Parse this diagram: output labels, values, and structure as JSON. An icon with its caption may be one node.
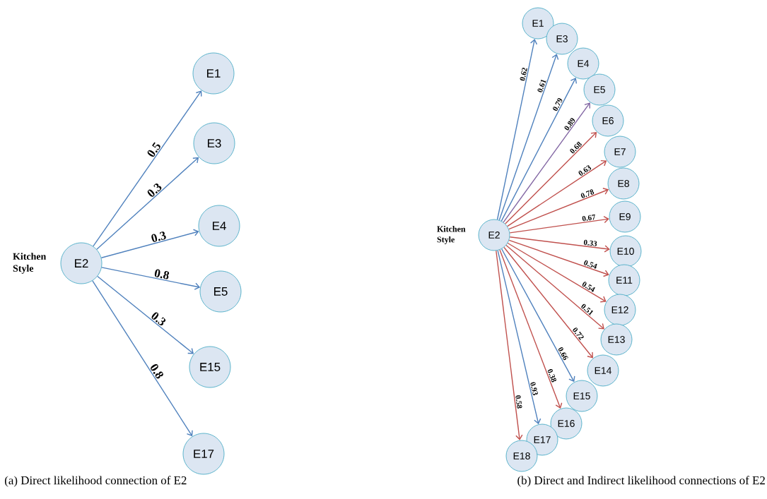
{
  "diagram": {
    "nodes": [
      {
        "text": [
          "E2"
        ],
        "beside": [
          "Kitchen Style"
        ]
      },
      {
        "text": [
          "E1"
        ]
      },
      {
        "text": [
          "E3"
        ]
      },
      {
        "text": [
          "E4"
        ]
      },
      {
        "text": [
          "E5"
        ]
      },
      {
        "text": [
          "E15"
        ]
      },
      {
        "text": [
          "E17"
        ]
      },
      {
        "text": [
          "E2"
        ],
        "beside": [
          "Kitchen Style"
        ]
      },
      {
        "text": [
          "E1"
        ]
      },
      {
        "text": [
          "E3"
        ]
      },
      {
        "text": [
          "E4"
        ]
      },
      {
        "text": [
          "E5"
        ]
      },
      {
        "text": [
          "E6"
        ]
      },
      {
        "text": [
          "E7"
        ]
      },
      {
        "text": [
          "E8"
        ]
      },
      {
        "text": [
          "E9"
        ]
      },
      {
        "text": [
          "E10"
        ]
      },
      {
        "text": [
          "E11"
        ]
      },
      {
        "text": [
          "E12"
        ]
      },
      {
        "text": [
          "E13"
        ]
      },
      {
        "text": [
          "E14"
        ]
      },
      {
        "text": [
          "E15"
        ]
      },
      {
        "text": [
          "E16"
        ]
      },
      {
        "text": [
          "E17"
        ]
      },
      {
        "text": [
          "E18"
        ]
      }
    ],
    "edges": [
      {
        "from": 0,
        "to": 1,
        "arrow": "to",
        "label": "0.5"
      },
      {
        "from": 0,
        "to": 2,
        "arrow": "to",
        "label": "0.3"
      },
      {
        "from": 0,
        "to": 3,
        "arrow": "to",
        "label": "0.3"
      },
      {
        "from": 0,
        "to": 4,
        "arrow": "to",
        "label": "0.8"
      },
      {
        "from": 0,
        "to": 5,
        "arrow": "to",
        "label": "0.3"
      },
      {
        "from": 0,
        "to": 6,
        "arrow": "to",
        "label": "0.8"
      },
      {
        "from": 7,
        "to": 8,
        "arrow": "to",
        "label": "0.62"
      },
      {
        "from": 7,
        "to": 9,
        "arrow": "to",
        "label": "0.61"
      },
      {
        "from": 7,
        "to": 10,
        "arrow": "to",
        "label": "0.79"
      },
      {
        "from": 7,
        "to": 11,
        "arrow": "to",
        "label": "0.89",
        "color": "#8064a2"
      },
      {
        "from": 7,
        "to": 12,
        "arrow": "to",
        "label": "0.68",
        "color": "#c0504d"
      },
      {
        "from": 7,
        "to": 13,
        "arrow": "to",
        "label": "0.63",
        "color": "#c0504d"
      },
      {
        "from": 7,
        "to": 14,
        "arrow": "to",
        "label": "0.78",
        "color": "#c0504d"
      },
      {
        "from": 7,
        "to": 15,
        "arrow": "to",
        "label": "0.67",
        "color": "#c0504d"
      },
      {
        "from": 7,
        "to": 16,
        "arrow": "to",
        "label": "0.33",
        "color": "#c0504d"
      },
      {
        "from": 7,
        "to": 17,
        "arrow": "to",
        "label": "0.54",
        "color": "#c0504d"
      },
      {
        "from": 7,
        "to": 18,
        "arrow": "to",
        "label": "0.54",
        "color": "#c0504d"
      },
      {
        "from": 7,
        "to": 19,
        "arrow": "to",
        "label": "0.51",
        "color": "#c0504d"
      },
      {
        "from": 7,
        "to": 20,
        "arrow": "to",
        "label": "0.72",
        "color": "#c0504d"
      },
      {
        "from": 7,
        "to": 21,
        "arrow": "to",
        "label": "0.66"
      },
      {
        "from": 7,
        "to": 22,
        "arrow": "to",
        "label": "0.38",
        "color": "#c0504d"
      },
      {
        "from": 7,
        "to": 23,
        "arrow": "to",
        "label": "0.93"
      },
      {
        "from": 7,
        "to": 24,
        "arrow": "to",
        "label": "0.58",
        "color": "#c0504d"
      }
    ],
    "labels": [
      "(a) Direct likelihood connection of E2",
      "(b) Direct and Indirect likelihood connections of E2"
    ]
  }
}
